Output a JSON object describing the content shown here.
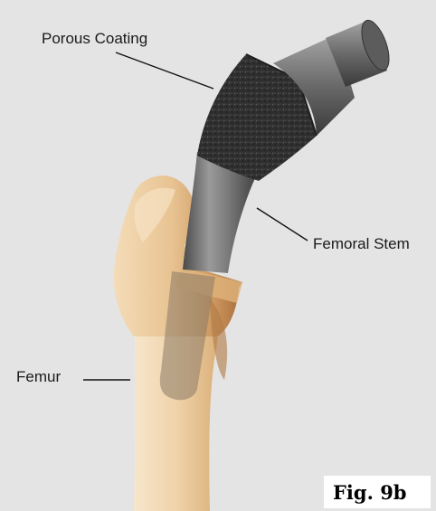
{
  "labels": {
    "porous_coating": "Porous Coating",
    "femoral_stem": "Femoral Stem",
    "femur": "Femur"
  },
  "caption": "Fig. 9b",
  "colors": {
    "background": "#e4e4e4",
    "bone": "#e8c392",
    "bone_shadow": "#b87d45",
    "implant_metal": "#6f6f6f",
    "porous_coating": "#2e2e2e"
  }
}
